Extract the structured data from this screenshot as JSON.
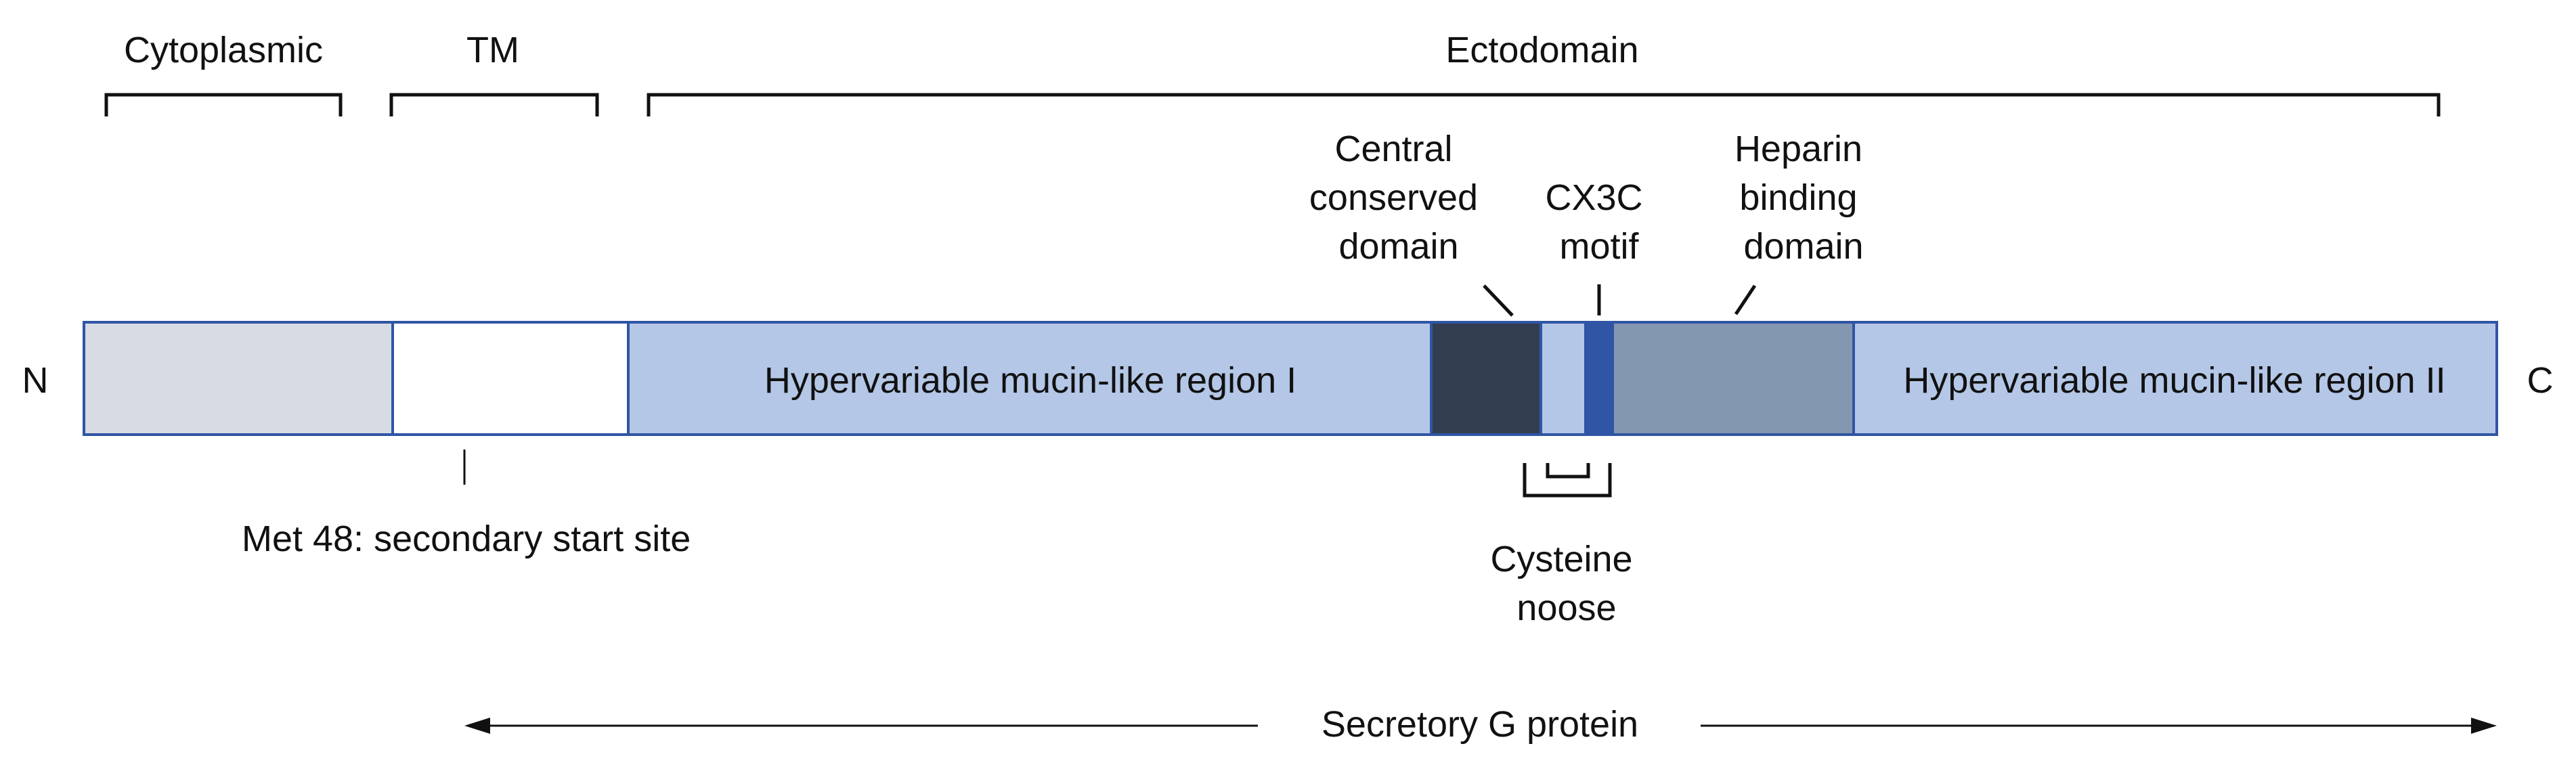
{
  "regions": {
    "cytoplasmic": "Cytoplasmic",
    "tm": "TM",
    "ectodomain": "Ectodomain"
  },
  "termini": {
    "n": "N",
    "c": "C"
  },
  "segments": {
    "mucin_region_1": "Hypervariable mucin-like region I",
    "mucin_region_2": "Hypervariable mucin-like region II"
  },
  "annotations": {
    "central_conserved": [
      "Central",
      "conserved",
      "domain"
    ],
    "cx3c": [
      "CX3C",
      "motif"
    ],
    "heparin": [
      "Heparin",
      "binding",
      "domain"
    ],
    "met48": "Met 48: secondary start site",
    "cysteine_noose": [
      "Cysteine",
      "noose"
    ],
    "secretory": "Secretory G protein"
  },
  "colors": {
    "cytoplasmic": "#d6dbe4",
    "tm": "#ffffff",
    "mucin": "#b4c7e7",
    "central_conserved": "#323d4f",
    "cx3c": "#2f55a4",
    "heparin": "#8497b0",
    "outline": "#2f55a4"
  }
}
